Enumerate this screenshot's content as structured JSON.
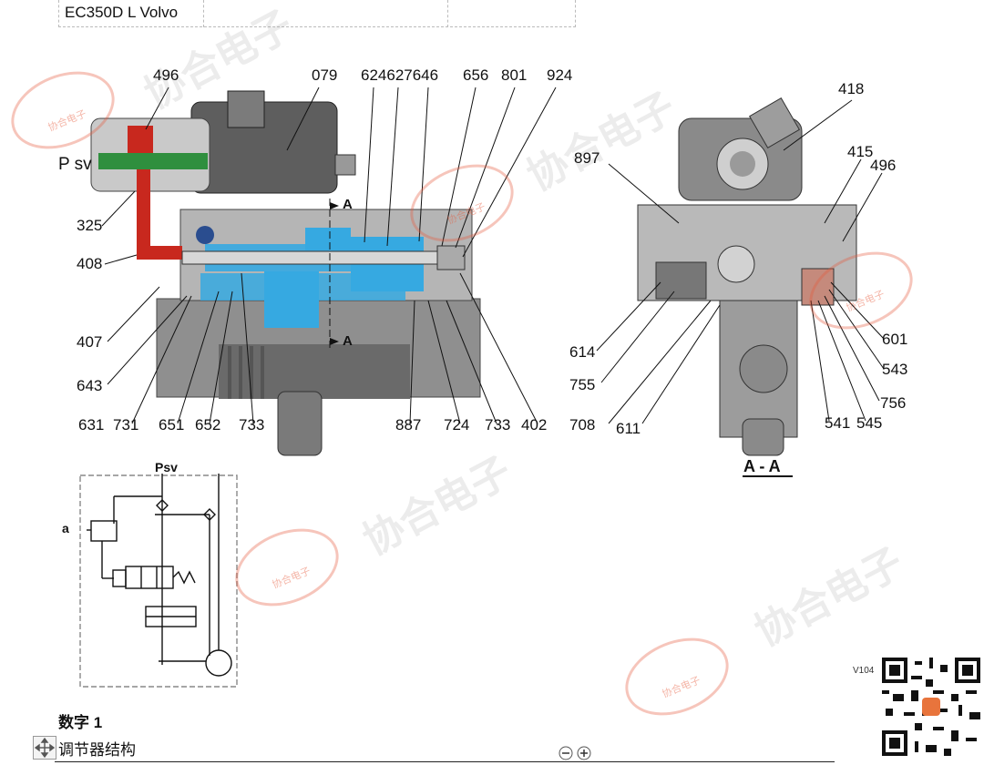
{
  "header": {
    "title": "EC350D L Volvo"
  },
  "main_view": {
    "callouts_top": [
      "496",
      "079",
      "624627646",
      "656",
      "801",
      "924"
    ],
    "callouts_left": [
      "P sv",
      "325",
      "408",
      "407",
      "643"
    ],
    "callouts_bottom": [
      "631",
      "731",
      "651",
      "652",
      "733",
      "887",
      "724",
      "733",
      "402"
    ],
    "section_marker": "A"
  },
  "section_view": {
    "callouts": [
      "418",
      "897",
      "415",
      "496",
      "614",
      "755",
      "708",
      "611",
      "541",
      "545",
      "756",
      "543",
      "601"
    ],
    "title": "A - A"
  },
  "schematic": {
    "label_psv": "Psv",
    "label_a": "a"
  },
  "figure": {
    "title": "数字 1",
    "caption": "调节器结构"
  },
  "qr": {
    "prefix_text": "V104"
  },
  "watermark": {
    "text": "协合电子",
    "logo_text": "协合电子"
  },
  "colors": {
    "hydraulic_blue": "#36a9e1",
    "pilot_red": "#c8281e",
    "spool_green": "#2f8f3e",
    "body_gray": "#9a9a9a",
    "dark_gray": "#4a4a4a"
  }
}
